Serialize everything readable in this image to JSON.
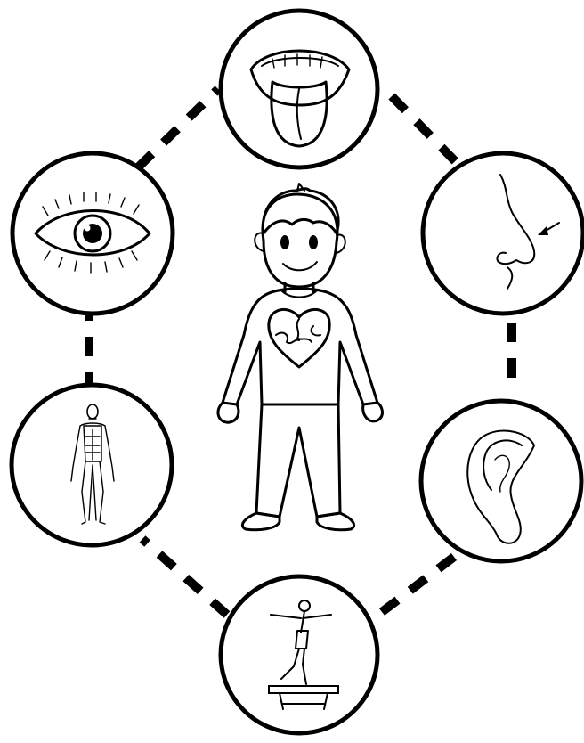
{
  "diagram": {
    "center": {
      "icon": "child-with-heart-puzzle-icon"
    },
    "nodes": [
      {
        "id": "taste",
        "icon": "mouth-tongue-icon"
      },
      {
        "id": "smell",
        "icon": "nose-icon"
      },
      {
        "id": "hearing",
        "icon": "ear-icon"
      },
      {
        "id": "balance",
        "icon": "balance-beam-icon"
      },
      {
        "id": "body-awareness",
        "icon": "muscle-anatomy-icon"
      },
      {
        "id": "sight",
        "icon": "eye-icon"
      }
    ],
    "connector": {
      "style": "dashed",
      "color": "#000000"
    }
  }
}
